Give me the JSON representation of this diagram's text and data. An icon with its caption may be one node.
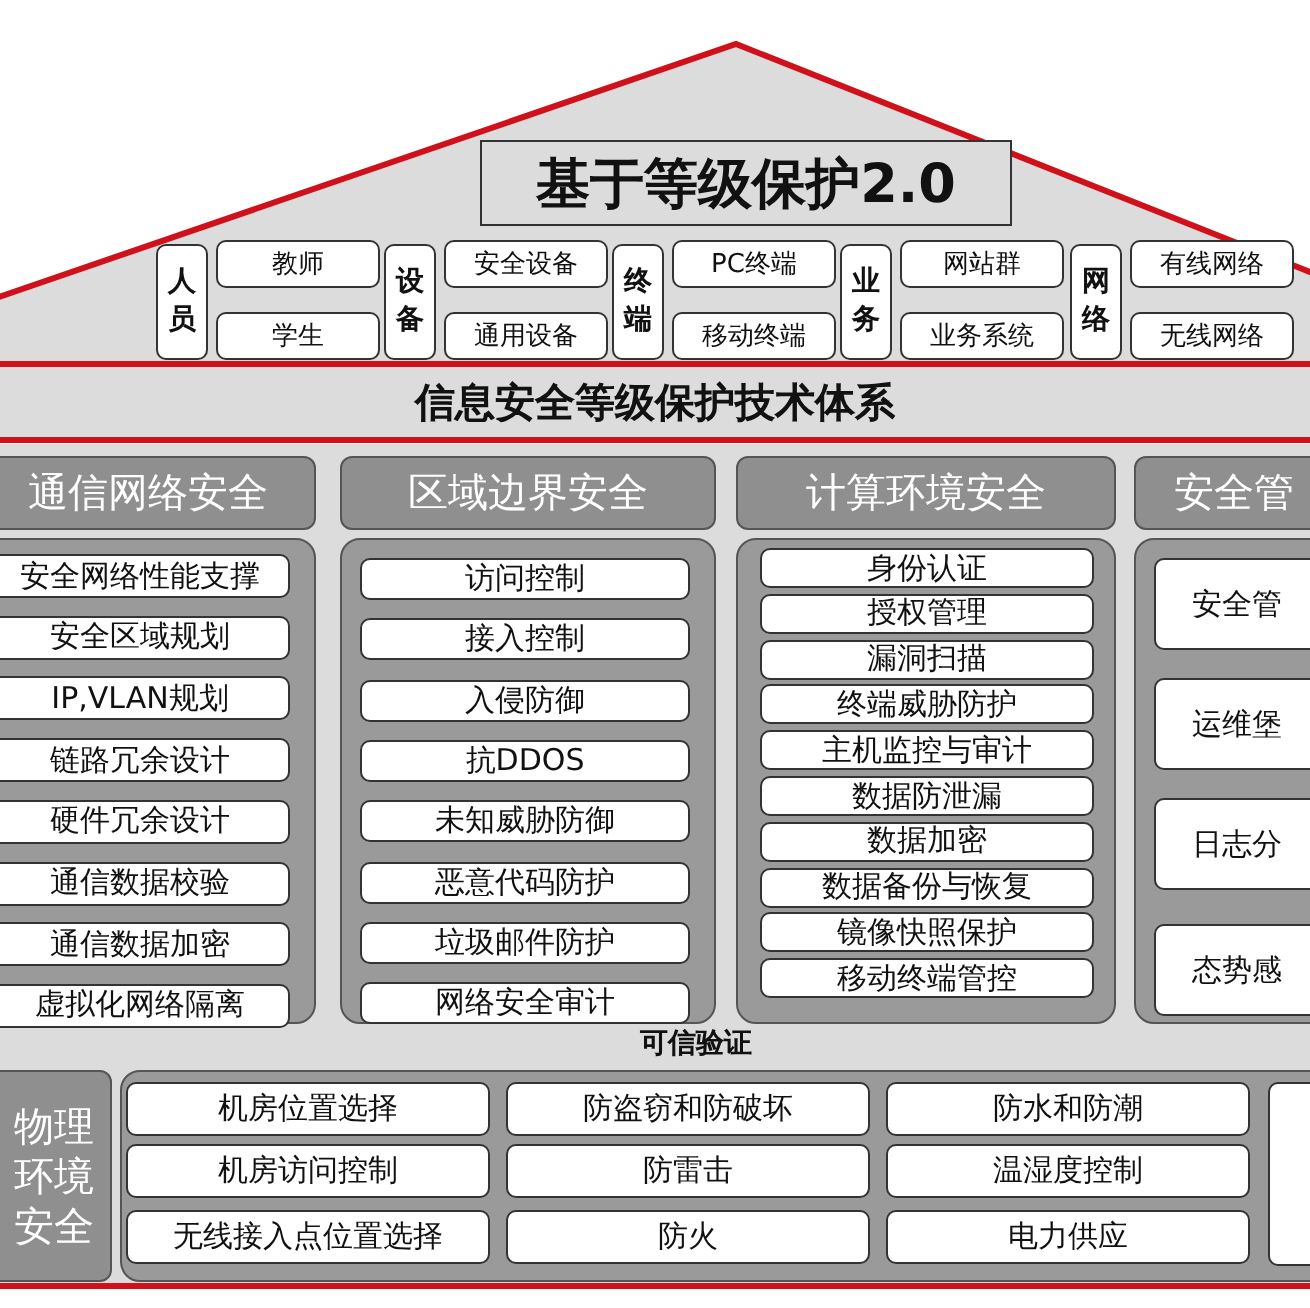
{
  "diagram": {
    "nodes": [
      {
        "text": [
          "基于等级保护2.0"
        ]
      },
      {
        "text": [
          "人员"
        ]
      },
      {
        "text": [
          "教师"
        ]
      },
      {
        "text": [
          "学生"
        ]
      },
      {
        "text": [
          "设备"
        ]
      },
      {
        "text": [
          "安全设备"
        ]
      },
      {
        "text": [
          "通用设备"
        ]
      },
      {
        "text": [
          "终端"
        ]
      },
      {
        "text": [
          "PC终端"
        ]
      },
      {
        "text": [
          "移动终端"
        ]
      },
      {
        "text": [
          "业务"
        ]
      },
      {
        "text": [
          "网站群"
        ]
      },
      {
        "text": [
          "业务系统"
        ]
      },
      {
        "text": [
          "网络"
        ]
      },
      {
        "text": [
          "有线网络"
        ]
      },
      {
        "text": [
          "无线网络"
        ]
      },
      {
        "text": [
          "信息安全等级保护技术体系"
        ]
      },
      {
        "text": [
          "通信网络安全"
        ]
      },
      {
        "text": [
          "安全网络性能支撑"
        ],
        "in": 17
      },
      {
        "text": [
          "安全区域规划"
        ],
        "in": 17
      },
      {
        "text": [
          "IP,VLAN规划"
        ],
        "in": 17
      },
      {
        "text": [
          "链路冗余设计"
        ],
        "in": 17
      },
      {
        "text": [
          "硬件冗余设计"
        ],
        "in": 17
      },
      {
        "text": [
          "通信数据校验"
        ],
        "in": 17
      },
      {
        "text": [
          "通信数据加密"
        ],
        "in": 17
      },
      {
        "text": [
          "虚拟化网络隔离"
        ],
        "in": 17
      },
      {
        "text": [
          "区域边界安全"
        ]
      },
      {
        "text": [
          "访问控制"
        ],
        "in": 26
      },
      {
        "text": [
          "接入控制"
        ],
        "in": 26
      },
      {
        "text": [
          "入侵防御"
        ],
        "in": 26
      },
      {
        "text": [
          "抗DDOS"
        ],
        "in": 26
      },
      {
        "text": [
          "未知威胁防御"
        ],
        "in": 26
      },
      {
        "text": [
          "恶意代码防护"
        ],
        "in": 26
      },
      {
        "text": [
          "垃圾邮件防护"
        ],
        "in": 26
      },
      {
        "text": [
          "网络安全审计"
        ],
        "in": 26
      },
      {
        "text": [
          "计算环境安全"
        ]
      },
      {
        "text": [
          "身份认证"
        ],
        "in": 35
      },
      {
        "text": [
          "授权管理"
        ],
        "in": 35
      },
      {
        "text": [
          "漏洞扫描"
        ],
        "in": 35
      },
      {
        "text": [
          "终端威胁防护"
        ],
        "in": 35
      },
      {
        "text": [
          "主机监控与审计"
        ],
        "in": 35
      },
      {
        "text": [
          "数据防泄漏"
        ],
        "in": 35
      },
      {
        "text": [
          "数据加密"
        ],
        "in": 35
      },
      {
        "text": [
          "数据备份与恢复"
        ],
        "in": 35
      },
      {
        "text": [
          "镜像快照保护"
        ],
        "in": 35
      },
      {
        "text": [
          "移动终端管控"
        ],
        "in": 35
      },
      {
        "text": [
          "安全管"
        ]
      },
      {
        "text": [
          "安全管"
        ],
        "in": 46
      },
      {
        "text": [
          "运维堡"
        ],
        "in": 46
      },
      {
        "text": [
          "日志分"
        ],
        "in": 46
      },
      {
        "text": [
          "态势感"
        ],
        "in": 46
      },
      {
        "text": [
          "物理环境安全"
        ]
      },
      {
        "text": [
          "机房位置选择"
        ],
        "in": 51
      },
      {
        "text": [
          "防盗窃和防破坏"
        ],
        "in": 51
      },
      {
        "text": [
          "防水和防潮"
        ],
        "in": 51
      },
      {
        "text": [
          "机房访问控制"
        ],
        "in": 51
      },
      {
        "text": [
          "防雷击"
        ],
        "in": 51
      },
      {
        "text": [
          "温湿度控制"
        ],
        "in": 51
      },
      {
        "text": [
          "无线接入点位置选择"
        ],
        "in": 51
      },
      {
        "text": [
          "防火"
        ],
        "in": 51
      },
      {
        "text": [
          "电力供应"
        ],
        "in": 51
      },
      {
        "text": [],
        "shape": "box",
        "in": 51
      }
    ],
    "labels": [
      "可信验证"
    ]
  }
}
